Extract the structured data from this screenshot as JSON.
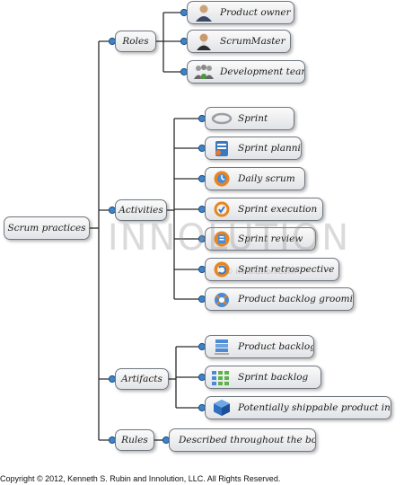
{
  "root": {
    "label": "Scrum practices"
  },
  "branches": [
    {
      "label": "Roles",
      "children": [
        {
          "label": "Product owner",
          "icon": "person-icon"
        },
        {
          "label": "ScrumMaster",
          "icon": "coach-icon"
        },
        {
          "label": "Development team",
          "icon": "team-icon"
        }
      ]
    },
    {
      "label": "Activities",
      "children": [
        {
          "label": "Sprint",
          "icon": "cycle-icon"
        },
        {
          "label": "Sprint planning",
          "icon": "planning-icon"
        },
        {
          "label": "Daily scrum",
          "icon": "daily-icon"
        },
        {
          "label": "Sprint execution",
          "icon": "execution-icon"
        },
        {
          "label": "Sprint review",
          "icon": "review-icon"
        },
        {
          "label": "Sprint retrospective",
          "icon": "retrospective-icon"
        },
        {
          "label": "Product backlog grooming",
          "icon": "grooming-icon"
        }
      ]
    },
    {
      "label": "Artifacts",
      "children": [
        {
          "label": "Product backlog",
          "icon": "stack-icon"
        },
        {
          "label": "Sprint backlog",
          "icon": "grid-icon"
        },
        {
          "label": "Potentially shippable product increment",
          "icon": "cube-icon"
        }
      ]
    },
    {
      "label": "Rules",
      "children": [
        {
          "label": "Described throughout the book",
          "icon": ""
        }
      ]
    }
  ],
  "watermark": {
    "main": "INNOLUTION",
    "sub": "© innolution.com"
  },
  "copyright": "Copyright © 2012, Kenneth S. Rubin and Innolution, LLC. All Rights Reserved.",
  "colors": {
    "line": "#2a2a2a",
    "dot": "#3f83c6",
    "dot_ring": "#1d4f86",
    "box_border": "#6f7780"
  }
}
